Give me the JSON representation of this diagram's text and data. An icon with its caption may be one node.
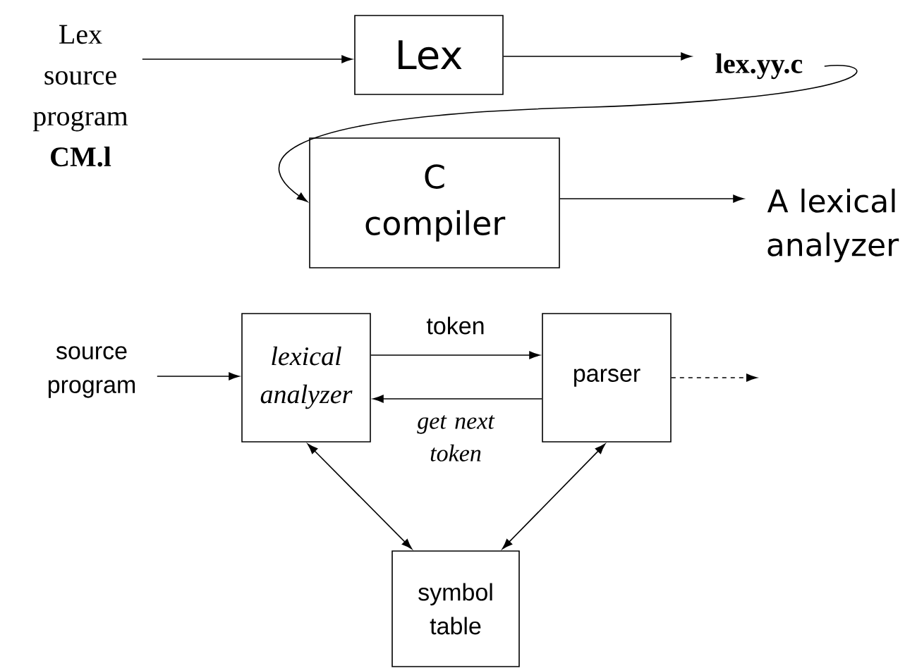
{
  "diagram": {
    "nodes": [
      {
        "text": [
          "Lex source program **CM.l**"
        ]
      },
      {
        "text": [
          "Lex"
        ]
      },
      {
        "text": [
          "lex.yy.c"
        ]
      },
      {
        "text": [
          "C compiler"
        ]
      },
      {
        "text": [
          "A lexical analyzer"
        ]
      },
      {
        "text": [
          "source program"
        ]
      },
      {
        "text": [
          "lexical analyzer"
        ]
      },
      {
        "text": [
          "parser"
        ]
      },
      {
        "text": [
          "symbol table"
        ]
      }
    ],
    "edges": [
      {
        "from": 0,
        "to": 1,
        "arrow": "to"
      },
      {
        "from": 1,
        "to": 2,
        "arrow": "to"
      },
      {
        "from": 2,
        "to": 3,
        "arrow": "to"
      },
      {
        "from": 3,
        "to": 4,
        "arrow": "to"
      },
      {
        "from": 5,
        "to": 6,
        "arrow": "to"
      },
      {
        "from": 6,
        "to": 7,
        "arrow": "to",
        "label": "token"
      },
      {
        "from": 7,
        "to": 6,
        "arrow": "to",
        "label": "get next token"
      },
      {
        "from": 7,
        "to": null,
        "arrow": "to",
        "style": "dashed"
      },
      {
        "from": 6,
        "to": 8,
        "arrow": "both"
      },
      {
        "from": 7,
        "to": 8,
        "arrow": "both"
      }
    ]
  }
}
